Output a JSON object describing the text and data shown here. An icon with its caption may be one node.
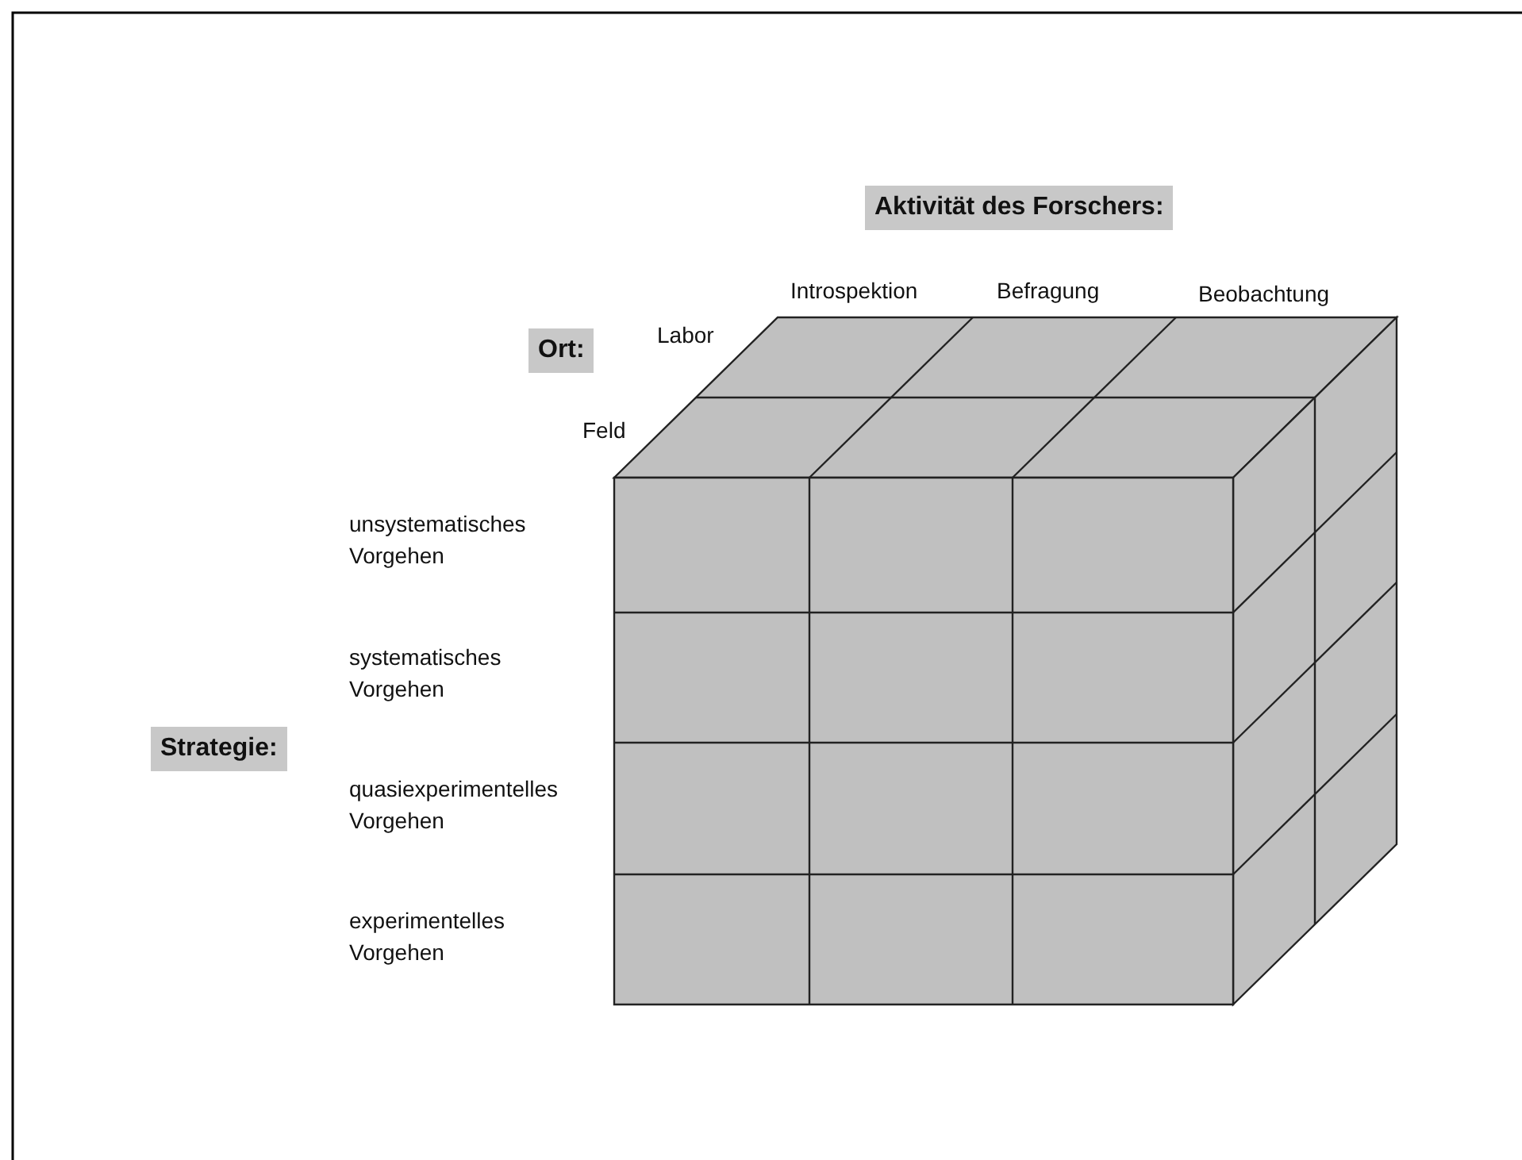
{
  "diagram": {
    "nodes": [
      {
        "text": [
          "Aktivität des Forschers:"
        ]
      },
      {
        "text": [
          "Ort:"
        ]
      },
      {
        "text": [
          "Strategie:"
        ]
      }
    ],
    "labels": [
      "Introspektion",
      "Befragung",
      "Beobachtung",
      "Labor",
      "Feld",
      "unsystematisches Vorgehen",
      "systematisches Vorgehen",
      "quasiexperimentelles Vorgehen",
      "experimentelles Vorgehen"
    ]
  }
}
